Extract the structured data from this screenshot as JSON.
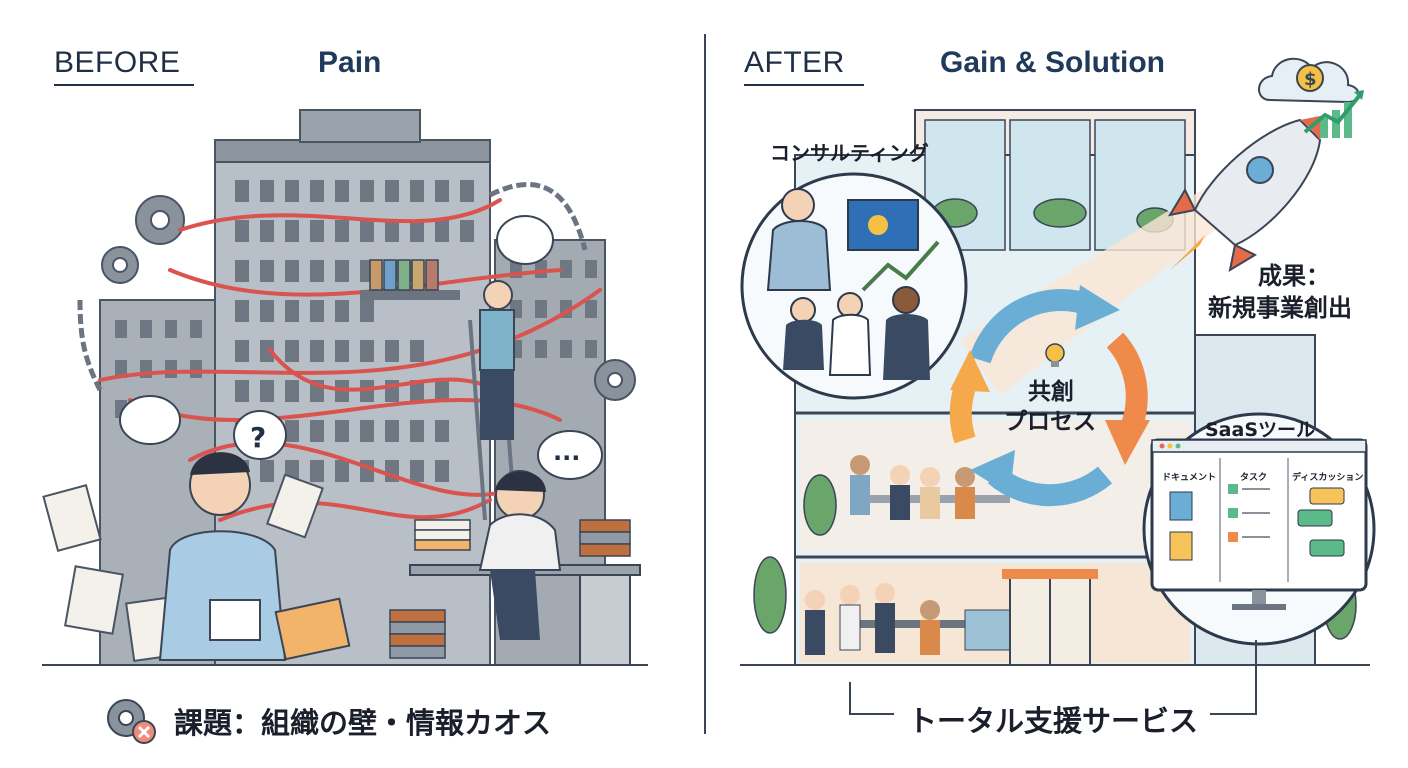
{
  "before": {
    "tag": "BEFORE",
    "title": "Pain",
    "caption": "課題：組織の壁・情報カオス"
  },
  "after": {
    "tag": "AFTER",
    "title": "Gain & Solution",
    "consulting_label": "コンサルティング",
    "result_label_1": "成果：",
    "result_label_2": "新規事業創出",
    "cocreation_label_1": "共創",
    "cocreation_label_2": "プロセス",
    "saas_label": "SaaSツール",
    "saas_columns": [
      "ドキュメント",
      "タスク",
      "ディスカッション"
    ],
    "caption": "トータル支援サービス"
  },
  "colors": {
    "ink": "#1f2f45",
    "rope": "#d9534f",
    "building_gray": "#8c949e",
    "glass": "#cfe6ef",
    "orange": "#f08a4b",
    "blue": "#4a90c2"
  }
}
